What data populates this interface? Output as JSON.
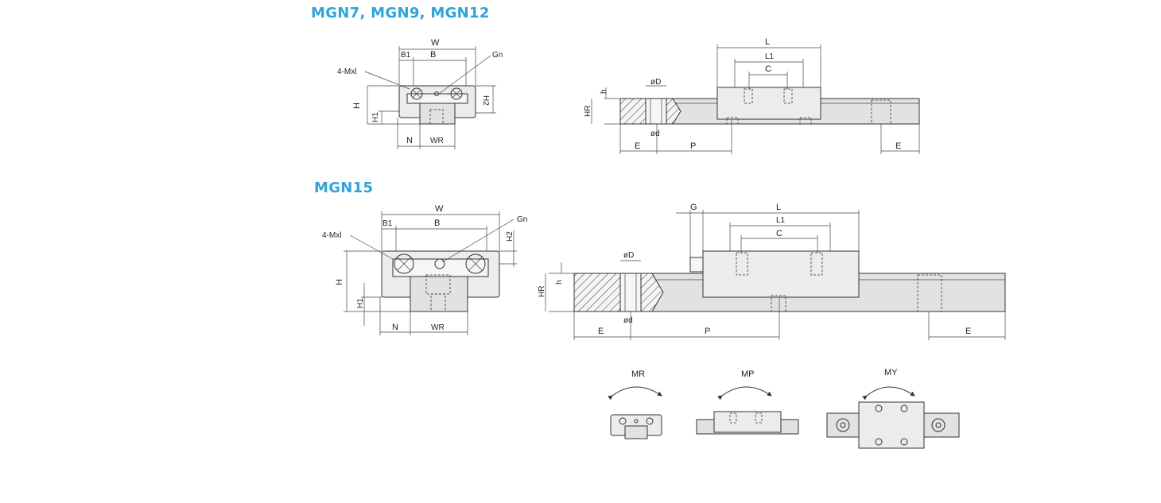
{
  "colors": {
    "title": "#2ea3dc",
    "line": "#333333",
    "hatch": "#333333"
  },
  "sections": {
    "small": {
      "title": "MGN7, MGN9, MGN12",
      "front_labels": {
        "w": "W",
        "b1": "B1",
        "b": "B",
        "gn": "Gn",
        "mxl": "4-Mxl",
        "h": "H",
        "h1": "H1",
        "h2": "H2",
        "n": "N",
        "wr": "WR"
      },
      "side_labels": {
        "l": "L",
        "l1": "L1",
        "c": "C",
        "phiD": "øD",
        "phid": "ød",
        "h": "h",
        "hr": "HR",
        "e_left": "E",
        "p": "P",
        "e_right": "E"
      }
    },
    "large": {
      "title": "MGN15",
      "front_labels": {
        "w": "W",
        "b1": "B1",
        "b": "B",
        "gn": "Gn",
        "mxl": "4-Mxl",
        "h": "H",
        "h1": "H1",
        "h2": "H2",
        "n": "N",
        "wr": "WR"
      },
      "side_labels": {
        "g": "G",
        "l": "L",
        "l1": "L1",
        "c": "C",
        "phiD": "øD",
        "phid": "ød",
        "h": "h",
        "hr": "HR",
        "e_left": "E",
        "p": "P",
        "e_right": "E"
      }
    }
  },
  "moments": {
    "mr": "MR",
    "mp": "MP",
    "my": "MY"
  }
}
